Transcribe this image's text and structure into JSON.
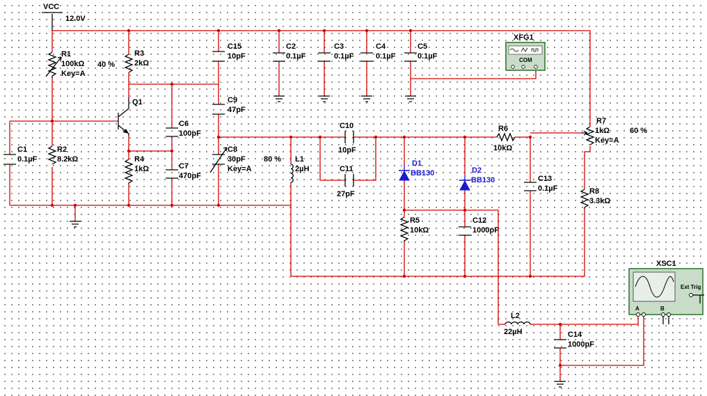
{
  "supply": {
    "name": "VCC",
    "voltage": "12.0V"
  },
  "resistors": {
    "R1": {
      "name": "R1",
      "value": "100kΩ",
      "key": "Key=A",
      "percent": "40 %"
    },
    "R2": {
      "name": "R2",
      "value": "8.2kΩ"
    },
    "R3": {
      "name": "R3",
      "value": "2kΩ"
    },
    "R4": {
      "name": "R4",
      "value": "1kΩ"
    },
    "R5": {
      "name": "R5",
      "value": "10kΩ"
    },
    "R6": {
      "name": "R6",
      "value": "10kΩ"
    },
    "R7": {
      "name": "R7",
      "value": "1kΩ",
      "key": "Key=A",
      "percent": "60 %"
    },
    "R8": {
      "name": "R8",
      "value": "3.3kΩ"
    }
  },
  "capacitors": {
    "C1": {
      "name": "C1",
      "value": "0.1µF"
    },
    "C2": {
      "name": "C2",
      "value": "0.1µF"
    },
    "C3": {
      "name": "C3",
      "value": "0.1µF"
    },
    "C4": {
      "name": "C4",
      "value": "0.1µF"
    },
    "C5": {
      "name": "C5",
      "value": "0.1µF"
    },
    "C6": {
      "name": "C6",
      "value": "100pF"
    },
    "C7": {
      "name": "C7",
      "value": "470pF"
    },
    "C8": {
      "name": "C8",
      "value": "30pF",
      "key": "Key=A",
      "percent": "80 %"
    },
    "C9": {
      "name": "C9",
      "value": "47pF"
    },
    "C10": {
      "name": "C10",
      "value": "10pF"
    },
    "C11": {
      "name": "C11",
      "value": "27pF"
    },
    "C12": {
      "name": "C12",
      "value": "1000pF"
    },
    "C13": {
      "name": "C13",
      "value": "0.1µF"
    },
    "C14": {
      "name": "C14",
      "value": "1000pF"
    },
    "C15": {
      "name": "C15",
      "value": "10pF"
    }
  },
  "inductors": {
    "L1": {
      "name": "L1",
      "value": "2µH"
    },
    "L2": {
      "name": "L2",
      "value": "22µH"
    }
  },
  "diodes": {
    "D1": {
      "name": "D1",
      "part": "BB130"
    },
    "D2": {
      "name": "D2",
      "part": "BB130"
    }
  },
  "transistor": {
    "name": "Q1"
  },
  "instruments": {
    "function_generator": {
      "name": "XFG1",
      "com_label": "COM"
    },
    "oscilloscope": {
      "name": "XSC1",
      "channel_a": "A",
      "channel_b": "B",
      "ext_trig": "Ext Trig"
    }
  },
  "colors": {
    "wire": "#d40000",
    "diode_label": "#1a1ad0",
    "instrument_body": "#c8dcc8",
    "instrument_border": "#2b6e2b"
  }
}
